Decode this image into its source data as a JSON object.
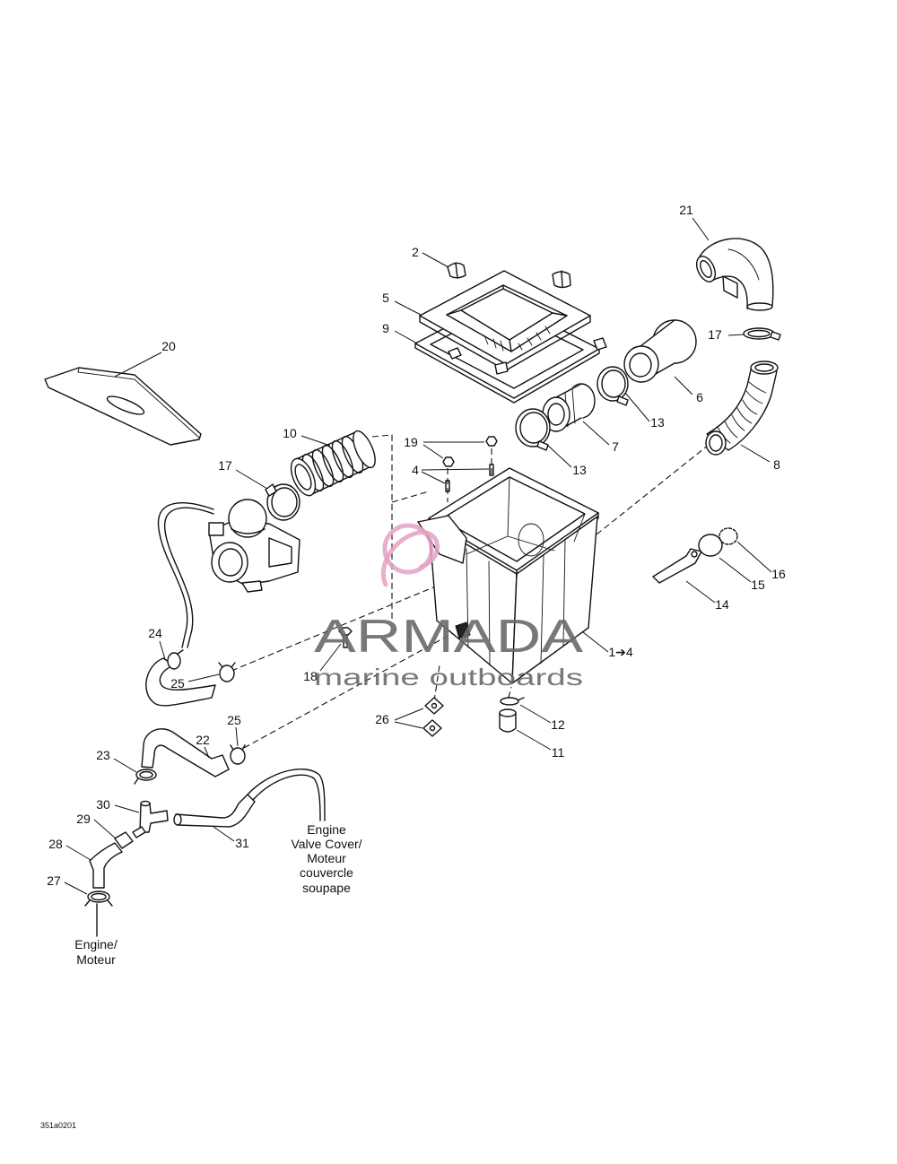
{
  "figure": {
    "code": "351a0201"
  },
  "callouts": [
    "2",
    "21",
    "5",
    "9",
    "17",
    "20",
    "6",
    "13",
    "10",
    "19",
    "7",
    "13",
    "8",
    "4",
    "17",
    "16",
    "15",
    "14",
    "24",
    "1➔4",
    "25",
    "18",
    "25",
    "26",
    "12",
    "22",
    "23",
    "11",
    "30",
    "29",
    "31",
    "28",
    "27"
  ],
  "notes": {
    "valve_cover": [
      "Engine",
      "Valve Cover/",
      "Moteur",
      "couvercle",
      "soupape"
    ],
    "engine": [
      "Engine/",
      "Moteur"
    ]
  },
  "watermark": {
    "brand": "ARMADA",
    "tagline": "marine outboards"
  },
  "colors": {
    "line": "#111111",
    "watermark_text": "#6a6a6a",
    "watermark_logo": "#e3a1c4"
  }
}
